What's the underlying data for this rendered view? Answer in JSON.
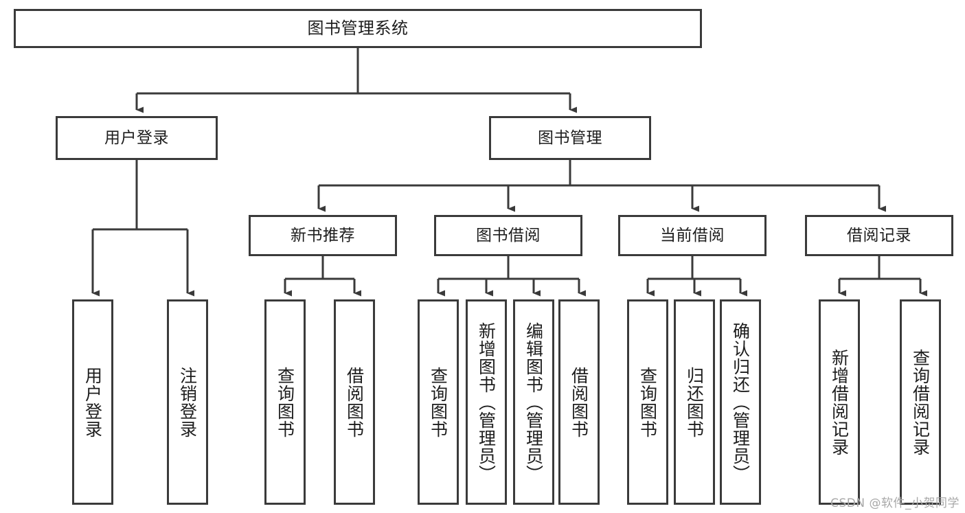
{
  "diagram": {
    "title": "图书管理系统",
    "type": "tree-hierarchy",
    "colors": {
      "box_border": "#3a3a3a",
      "box_fill": "#ffffff",
      "line": "#3a3a3a",
      "text": "#1d1d1d",
      "watermark": "#a8a8a8"
    }
  },
  "nodes": {
    "root": {
      "label": "图书管理系统"
    },
    "level1": [
      {
        "id": "user-login",
        "label": "用户登录"
      },
      {
        "id": "book-manage",
        "label": "图书管理"
      }
    ],
    "level2": [
      {
        "id": "new-book-recommend",
        "label": "新书推荐"
      },
      {
        "id": "book-borrow",
        "label": "图书借阅"
      },
      {
        "id": "current-borrow",
        "label": "当前借阅"
      },
      {
        "id": "borrow-record",
        "label": "借阅记录"
      }
    ],
    "leaves": {
      "user_login": [
        {
          "id": "leaf-user-login",
          "label": "用户登录"
        },
        {
          "id": "leaf-logout",
          "label": "注销登录"
        }
      ],
      "new_book_recommend": [
        {
          "id": "leaf-query-book-1",
          "label": "查询图书"
        },
        {
          "id": "leaf-borrow-book-1",
          "label": "借阅图书"
        }
      ],
      "book_borrow": [
        {
          "id": "leaf-query-book-2",
          "label": "查询图书"
        },
        {
          "id": "leaf-add-book",
          "label": "新增图书（管理员）"
        },
        {
          "id": "leaf-edit-book",
          "label": "编辑图书（管理员）"
        },
        {
          "id": "leaf-borrow-book-2",
          "label": "借阅图书"
        }
      ],
      "current_borrow": [
        {
          "id": "leaf-query-book-3",
          "label": "查询图书"
        },
        {
          "id": "leaf-return-book",
          "label": "归还图书"
        },
        {
          "id": "leaf-confirm-return",
          "label": "确认归还（管理员）"
        }
      ],
      "borrow_record": [
        {
          "id": "leaf-add-record",
          "label": "新增借阅记录"
        },
        {
          "id": "leaf-query-record",
          "label": "查询借阅记录"
        }
      ]
    }
  },
  "watermark": {
    "text": "CSDN @软件_小贺同学"
  }
}
